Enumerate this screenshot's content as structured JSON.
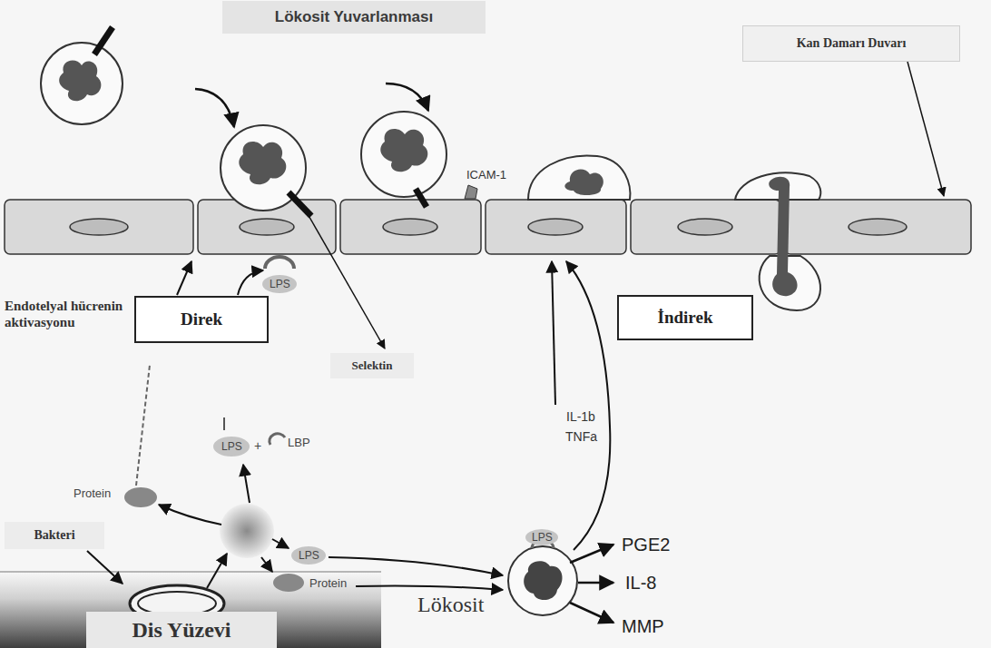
{
  "diagram": {
    "nodes": [
      {
        "text": [
          "Lökosit Yuvarlanması"
        ]
      },
      {
        "text": [
          "Kan Damarı Duvarı"
        ]
      },
      {
        "text": [
          "Direk"
        ]
      },
      {
        "text": [
          "Selektin"
        ]
      },
      {
        "text": [
          "İndirek"
        ]
      },
      {
        "text": [
          "Bakteri"
        ]
      },
      {
        "text": [
          "Dis Yüzevi"
        ]
      }
    ],
    "labels": [
      "ICAM-1",
      "Endotelyal hücrenin aktivasyonu",
      "LPS",
      "Protein",
      "LPS",
      "+",
      "LBP",
      "LPS",
      "Protein",
      "LPS",
      "IL-1b",
      "TNFa",
      "PGE2",
      "IL-8",
      "MMP",
      "Lökosit"
    ]
  }
}
